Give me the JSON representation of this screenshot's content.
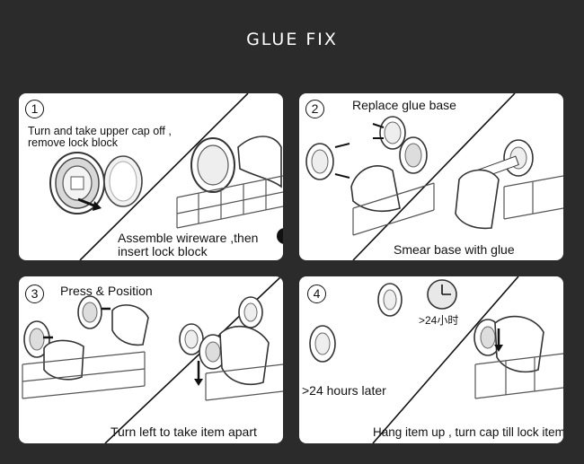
{
  "title": "GLUE FIX",
  "steps": [
    {
      "number": "1",
      "captions": [
        "Turn and take upper cap  off ,",
        "remove lock block",
        "Assemble wireware ,then",
        "insert lock block"
      ]
    },
    {
      "number": "2",
      "captions": [
        "Replace glue base",
        "Smear base with glue"
      ]
    },
    {
      "number": "3",
      "captions": [
        "Press & Position",
        "Turn left to take item apart"
      ]
    },
    {
      "number": "4",
      "captions": [
        ">24小时",
        ">24 hours later",
        "Hang item up , turn cap till lock item"
      ]
    }
  ]
}
